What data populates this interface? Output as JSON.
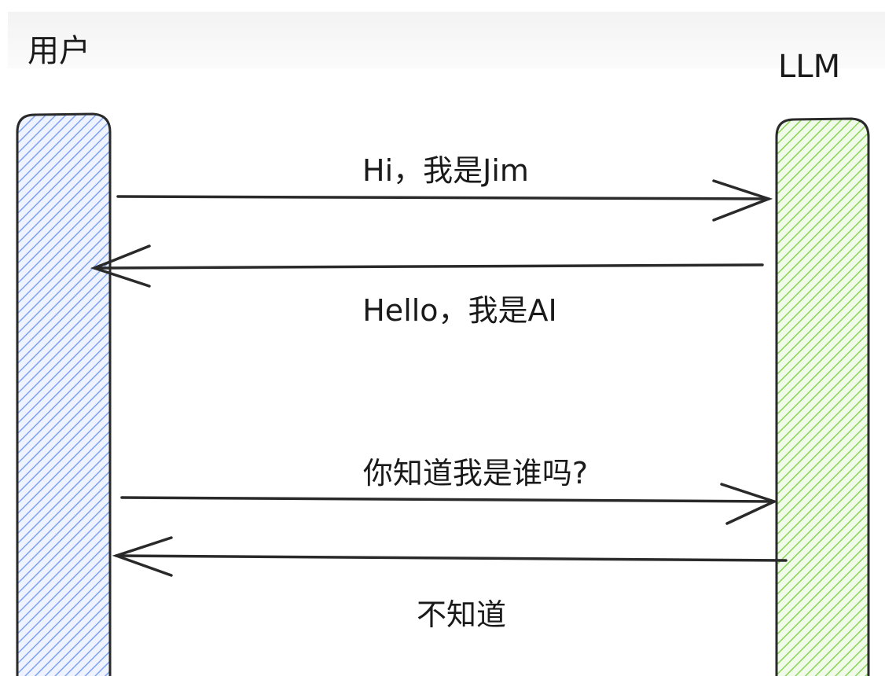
{
  "participants": {
    "user": {
      "label": "用户",
      "color": "#7fa3f0"
    },
    "llm": {
      "label": "LLM",
      "color": "#8cd45a"
    }
  },
  "messages": [
    {
      "from": "user",
      "to": "llm",
      "text": "Hi，我是Jim"
    },
    {
      "from": "llm",
      "to": "user",
      "text": "Hello，我是AI"
    },
    {
      "from": "user",
      "to": "llm",
      "text": "你知道我是谁吗?"
    },
    {
      "from": "llm",
      "to": "user",
      "text": "不知道"
    }
  ]
}
